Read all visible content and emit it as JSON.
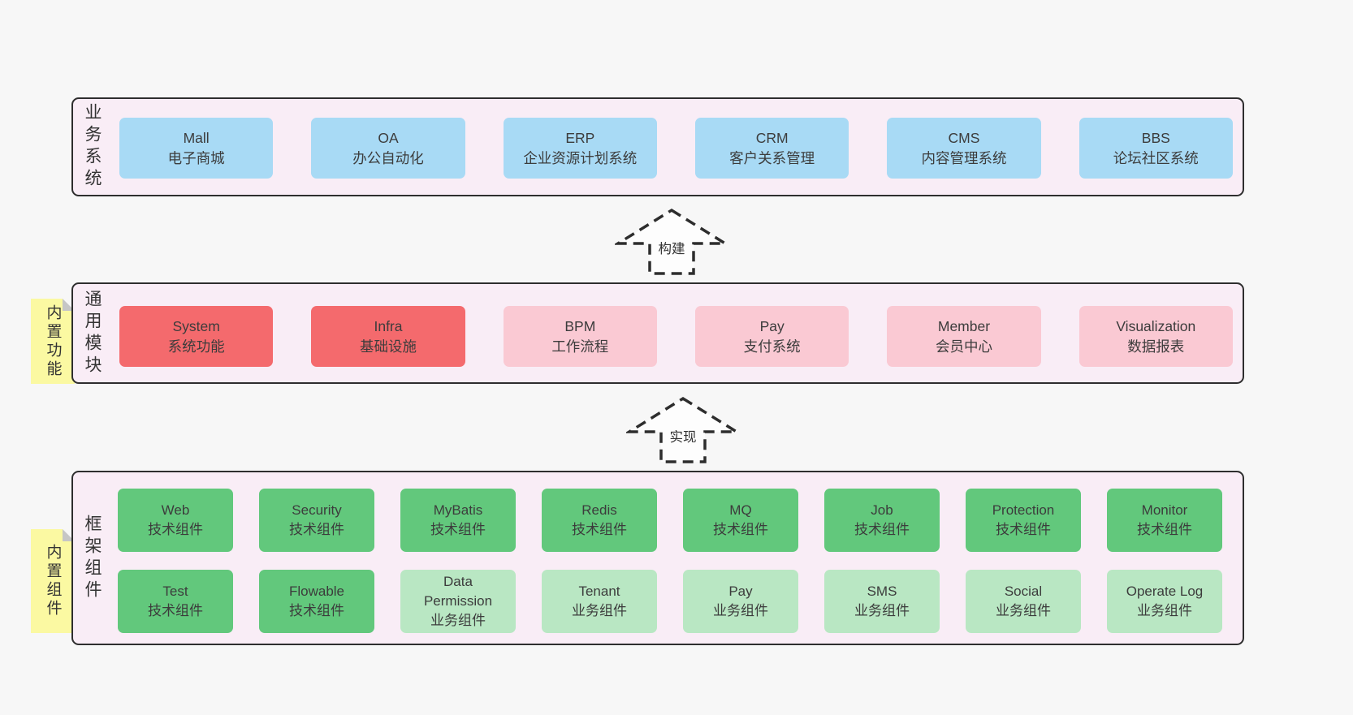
{
  "colors": {
    "page-bg": "#f7f7f7",
    "panel-bg": "#f9edf6",
    "line": "#2e2e2e",
    "blue": "#a8daf5",
    "red": "#f46a6d",
    "pink": "#fac9d3",
    "green": "#62c87c",
    "lightgreen": "#b9e7c3",
    "yellow": "#fbf9a2"
  },
  "arrows": [
    {
      "label": "构建"
    },
    {
      "label": "实现"
    }
  ],
  "sections": {
    "business": {
      "label": "业务系统",
      "boxes": [
        {
          "en": "Mall",
          "zh": "电子商城"
        },
        {
          "en": "OA",
          "zh": "办公自动化"
        },
        {
          "en": "ERP",
          "zh": "企业资源计划系统"
        },
        {
          "en": "CRM",
          "zh": "客户关系管理"
        },
        {
          "en": "CMS",
          "zh": "内容管理系统"
        },
        {
          "en": "BBS",
          "zh": "论坛社区系统"
        }
      ]
    },
    "modules": {
      "label": "通用模块",
      "sticky": "内置功能",
      "boxes": [
        {
          "en": "System",
          "zh": "系统功能"
        },
        {
          "en": "Infra",
          "zh": "基础设施"
        },
        {
          "en": "BPM",
          "zh": "工作流程"
        },
        {
          "en": "Pay",
          "zh": "支付系统"
        },
        {
          "en": "Member",
          "zh": "会员中心"
        },
        {
          "en": "Visualization",
          "zh": "数据报表"
        }
      ]
    },
    "framework": {
      "label": "框架组件",
      "sticky": "内置组件",
      "row1": [
        {
          "en": "Web",
          "zh": "技术组件"
        },
        {
          "en": "Security",
          "zh": "技术组件"
        },
        {
          "en": "MyBatis",
          "zh": "技术组件"
        },
        {
          "en": "Redis",
          "zh": "技术组件"
        },
        {
          "en": "MQ",
          "zh": "技术组件"
        },
        {
          "en": "Job",
          "zh": "技术组件"
        },
        {
          "en": "Protection",
          "zh": "技术组件"
        },
        {
          "en": "Monitor",
          "zh": "技术组件"
        }
      ],
      "row2": [
        {
          "en": "Test",
          "zh": "技术组件"
        },
        {
          "en": "Flowable",
          "zh": "技术组件"
        },
        {
          "en": "Data Permission",
          "zh": "业务组件"
        },
        {
          "en": "Tenant",
          "zh": "业务组件"
        },
        {
          "en": "Pay",
          "zh": "业务组件"
        },
        {
          "en": "SMS",
          "zh": "业务组件"
        },
        {
          "en": "Social",
          "zh": "业务组件"
        },
        {
          "en": "Operate Log",
          "zh": "业务组件"
        }
      ]
    }
  }
}
